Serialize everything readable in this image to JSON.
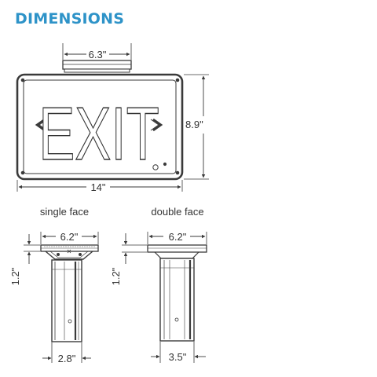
{
  "header": {
    "title": "DIMENSIONS"
  },
  "front_view": {
    "sign_text": "EXIT",
    "mount_width": "6.3\"",
    "height": "8.9\"",
    "width": "14\""
  },
  "single_face": {
    "caption": "single face",
    "canopy_width": "6.2\"",
    "canopy_height": "1.2\"",
    "stem_width": "2.8\""
  },
  "double_face": {
    "caption": "double face",
    "canopy_width": "6.2\"",
    "canopy_height": "1.2\"",
    "stem_width": "3.5\""
  },
  "colors": {
    "title": "#2e93c8",
    "line": "#3a3a3a"
  }
}
